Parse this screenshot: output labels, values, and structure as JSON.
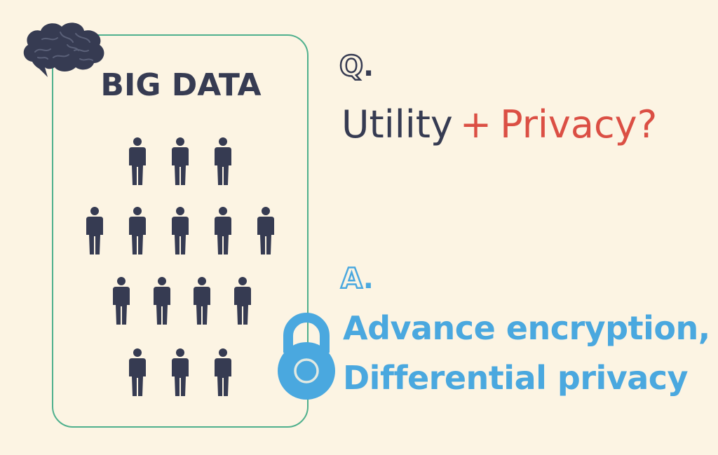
{
  "box": {
    "title": "BIG DATA",
    "people_rows": [
      3,
      5,
      4,
      3
    ]
  },
  "question": {
    "marker": "Q",
    "marker_dot": ".",
    "utility": "Utility",
    "plus": "+",
    "privacy": "Privacy?"
  },
  "answer": {
    "marker": "A",
    "marker_dot": ".",
    "line1": "Advance encryption,",
    "line2": "Differential privacy"
  },
  "icons": {
    "brain": "brain-icon",
    "person": "person-icon",
    "lock": "padlock-icon"
  },
  "colors": {
    "background": "#fcf4e3",
    "dark": "#363b52",
    "red": "#db4f44",
    "blue": "#4aa8df",
    "green_border": "#4fb08d"
  }
}
